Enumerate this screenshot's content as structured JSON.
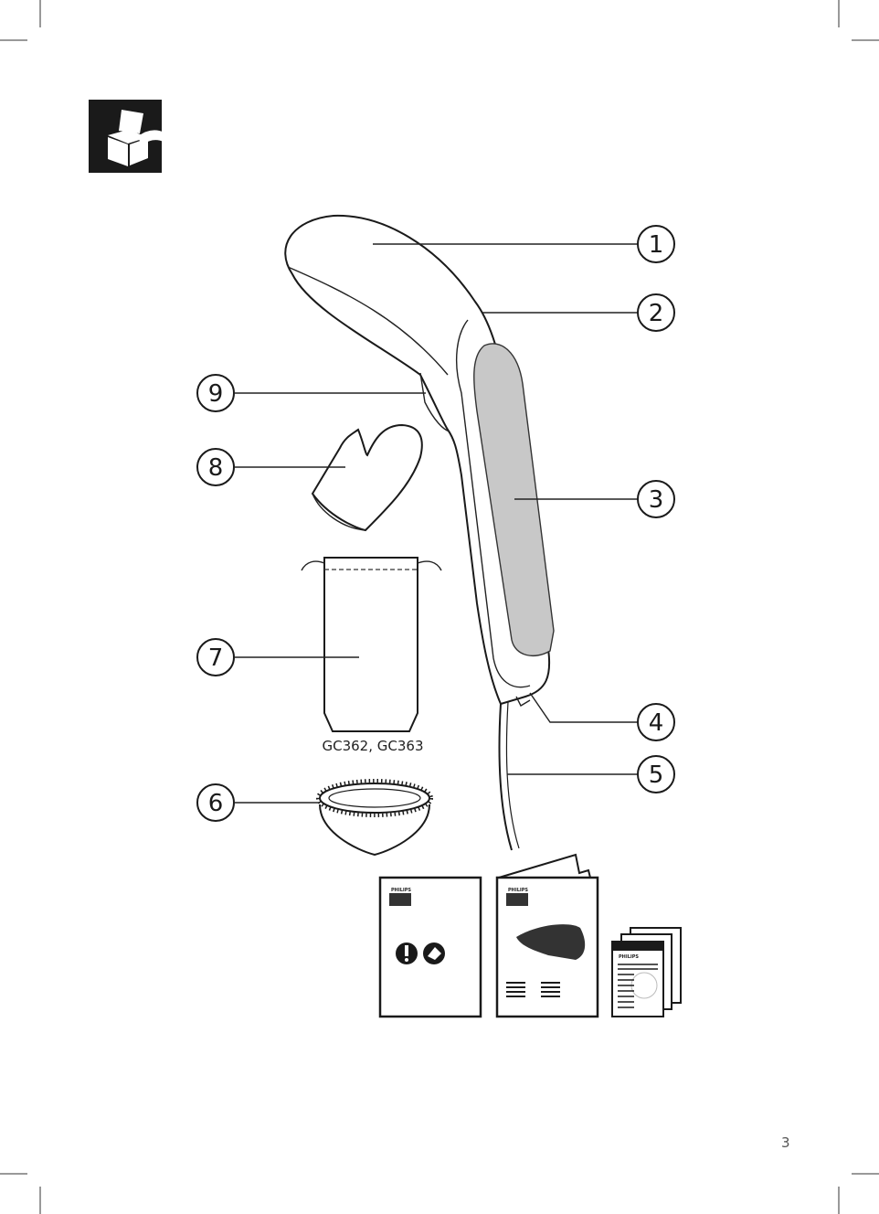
{
  "callouts": [
    "1",
    "2",
    "3",
    "4",
    "5",
    "6",
    "7",
    "8",
    "9"
  ],
  "model_label": "GC362, GC363",
  "booklet_brand": "PHILIPS",
  "page_number": "3",
  "icons": {
    "box": "unpacking-box-icon",
    "warning": "warning-icon",
    "read_manual": "read-manual-icon"
  }
}
